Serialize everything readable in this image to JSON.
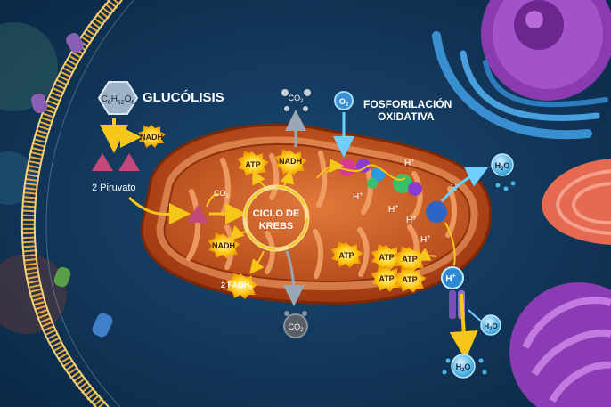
{
  "glycolysis": {
    "title": "GLUCÓLISIS",
    "glucose": {
      "prefix": "C",
      "n1": "6",
      "h": "H",
      "n2": "12",
      "o": "O",
      "n3": "6"
    },
    "nadh": "NADH",
    "pyruvate": "2 Piruvato"
  },
  "krebs": {
    "title_line1": "CICLO DE",
    "title_line2": "KREBS",
    "co2": {
      "base": "CO",
      "sub": "2"
    },
    "atp": "ATP",
    "nadh_top": "NADH",
    "nadh_left": "NADH",
    "fadh2": {
      "base": "2 FADH",
      "sub": "2"
    },
    "co2_out": {
      "base": "CO",
      "sub": "2"
    },
    "co2_top": {
      "base": "CO",
      "sub": "2"
    }
  },
  "oxphos": {
    "title_line1": "FOSFORILACIÓN",
    "title_line2": "OXIDATIVA",
    "o2": {
      "base": "O",
      "sub": "2"
    },
    "h_plus": {
      "base": "H",
      "sup": "+"
    },
    "atp": "ATP",
    "water": {
      "h": "H",
      "sub": "2",
      "o": "O"
    }
  },
  "colors": {
    "background": "#0f3358",
    "mito_outer": "#c5501f",
    "mito_inner": "#a33c12",
    "matrix": "#d86a2c",
    "arrow_yellow": "#f7c61a",
    "atp_burst": "#f5b400",
    "water_blue": "#4fb6e6"
  },
  "icons": [
    "glucose-hexagon-icon",
    "pyruvate-triangle-icon",
    "atp-burst-icon",
    "water-drop-icon",
    "membrane-protein-icon"
  ]
}
